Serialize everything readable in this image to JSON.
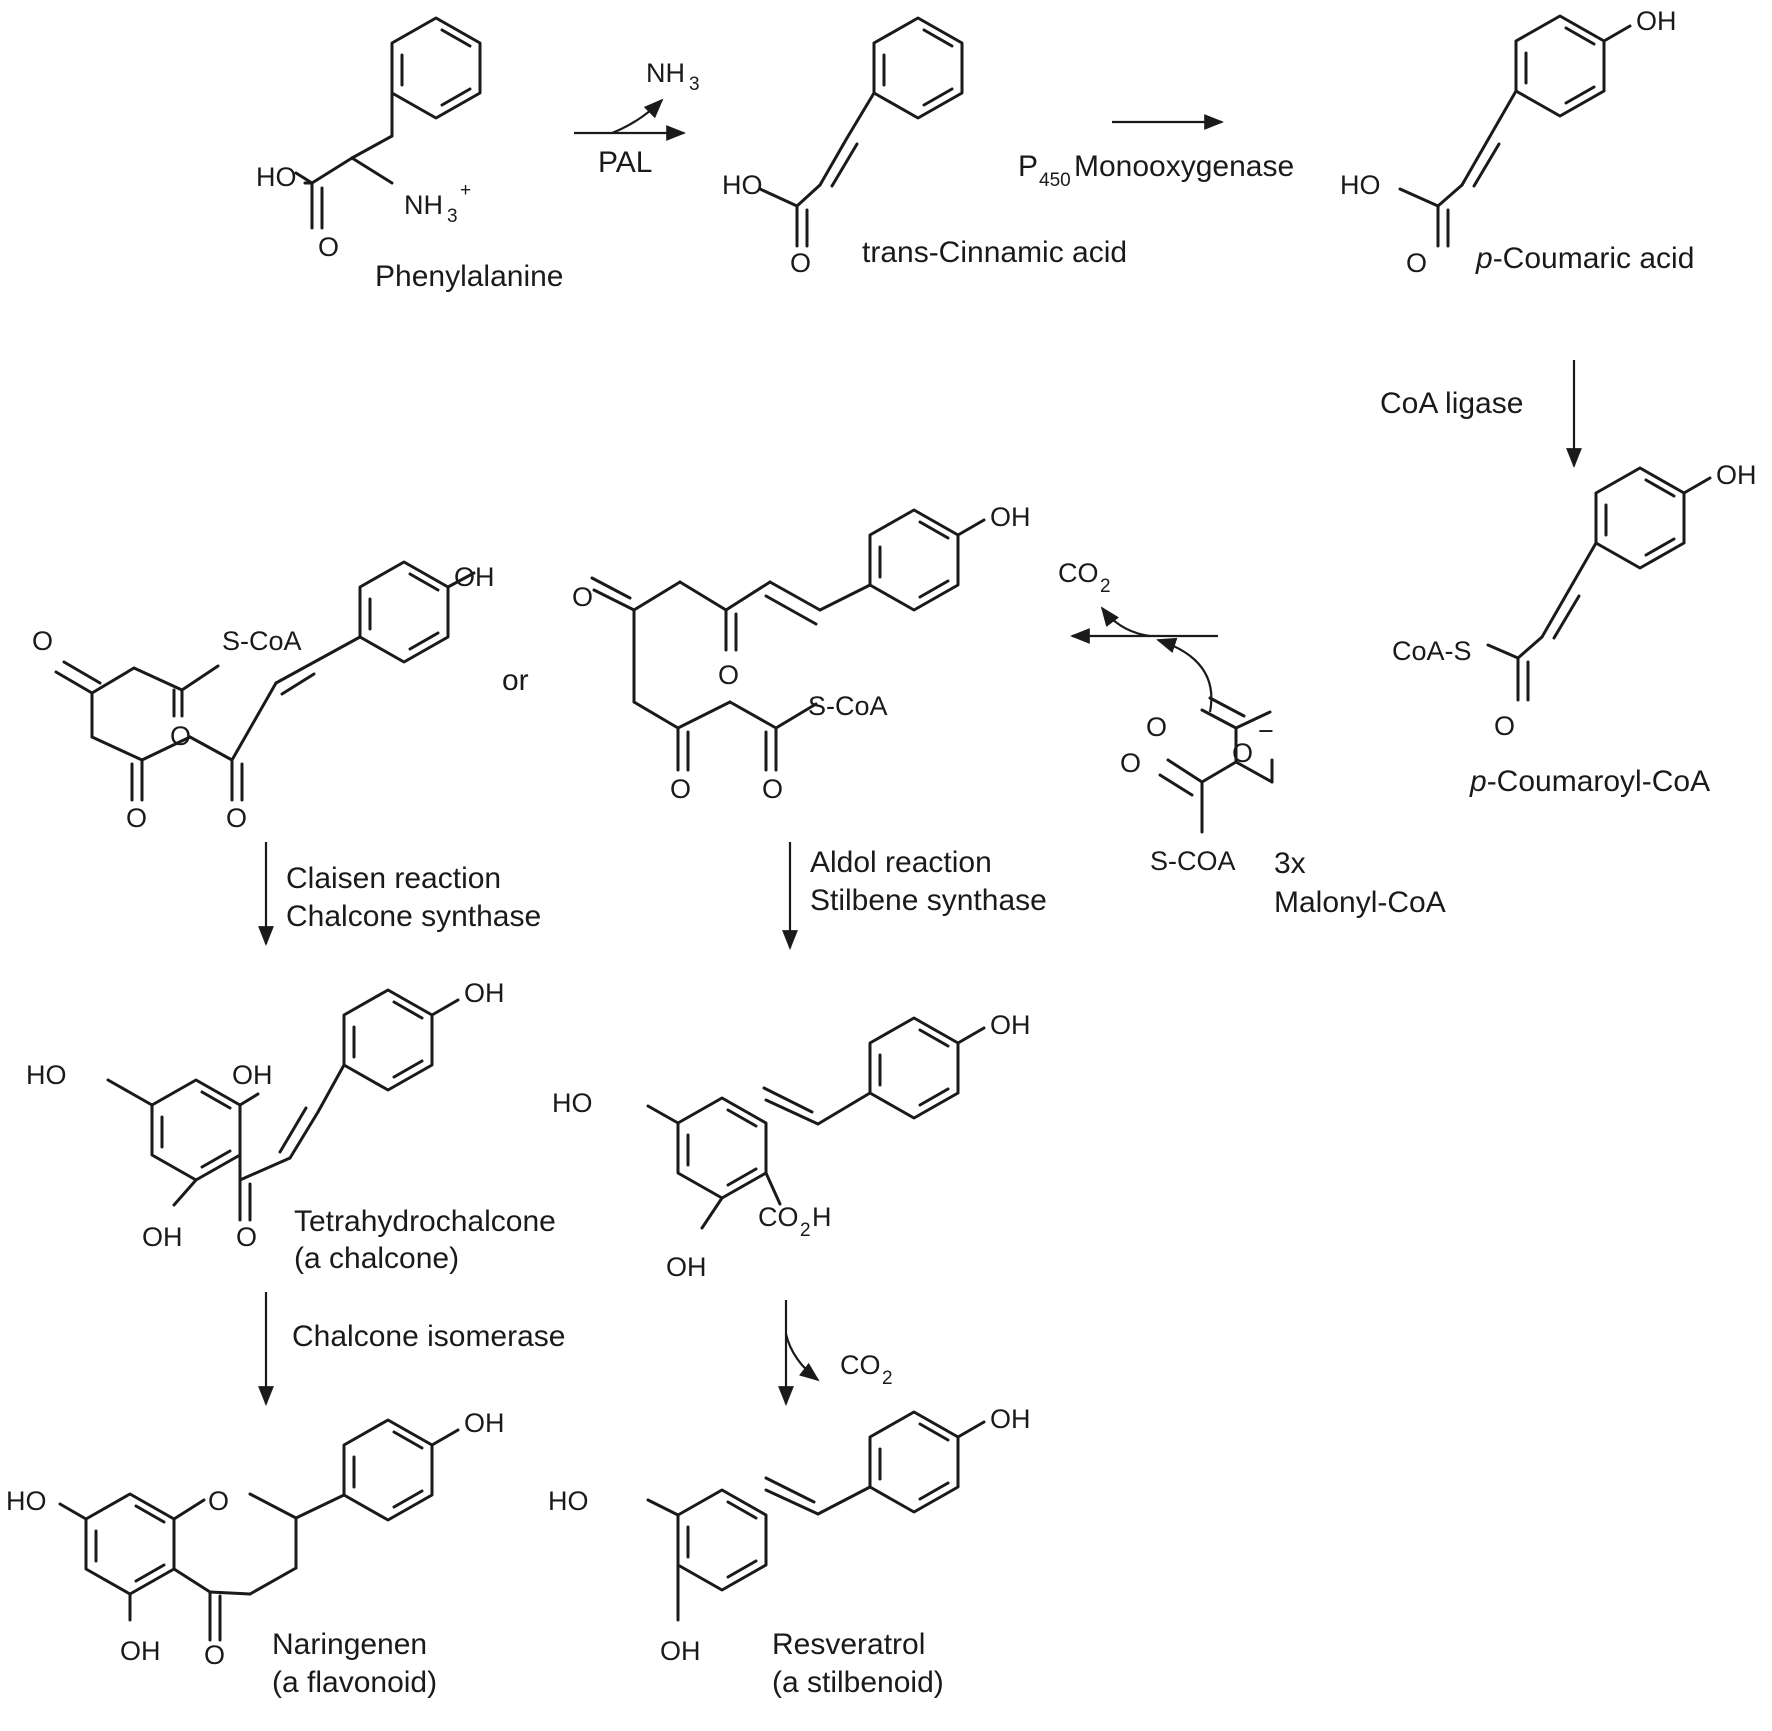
{
  "compounds": {
    "phenylalanine": "Phenylalanine",
    "cinnamic": "trans-Cinnamic acid",
    "coumaric_prefix": "p",
    "coumaric_suffix": "-Coumaric acid",
    "coumaroyl_prefix": "p",
    "coumaroyl_suffix": "-Coumaroyl-CoA",
    "malonyl_count": "3x",
    "malonyl": "Malonyl-CoA",
    "chalcone_name": "Tetrahydrochalcone",
    "chalcone_class": "(a chalcone)",
    "naringenin_name": "Naringenen",
    "naringenin_class": "(a flavonoid)",
    "resveratrol_name": "Resveratrol",
    "resveratrol_class": "(a stilbenoid)",
    "or": "or"
  },
  "enzymes": {
    "pal": "PAL",
    "p450_main": "P",
    "p450_sub": "450",
    "p450_rest": " Monooxygenase",
    "coa_ligase": "CoA ligase",
    "claisen_1": "Claisen reaction",
    "claisen_2": "Chalcone synthase",
    "aldol_1": "Aldol reaction",
    "aldol_2": "Stilbene synthase",
    "isomerase": "Chalcone isomerase"
  },
  "atoms": {
    "ho": "HO",
    "oh": "OH",
    "o": "O",
    "nh": "NH",
    "nh_sub": "3",
    "plus": "+",
    "co": "CO",
    "co_sub": "2",
    "co2h_tail": "H",
    "scoa": "S-CoA",
    "coas": "CoA-S",
    "scoa_upper": "S-COA",
    "minus": "−"
  }
}
